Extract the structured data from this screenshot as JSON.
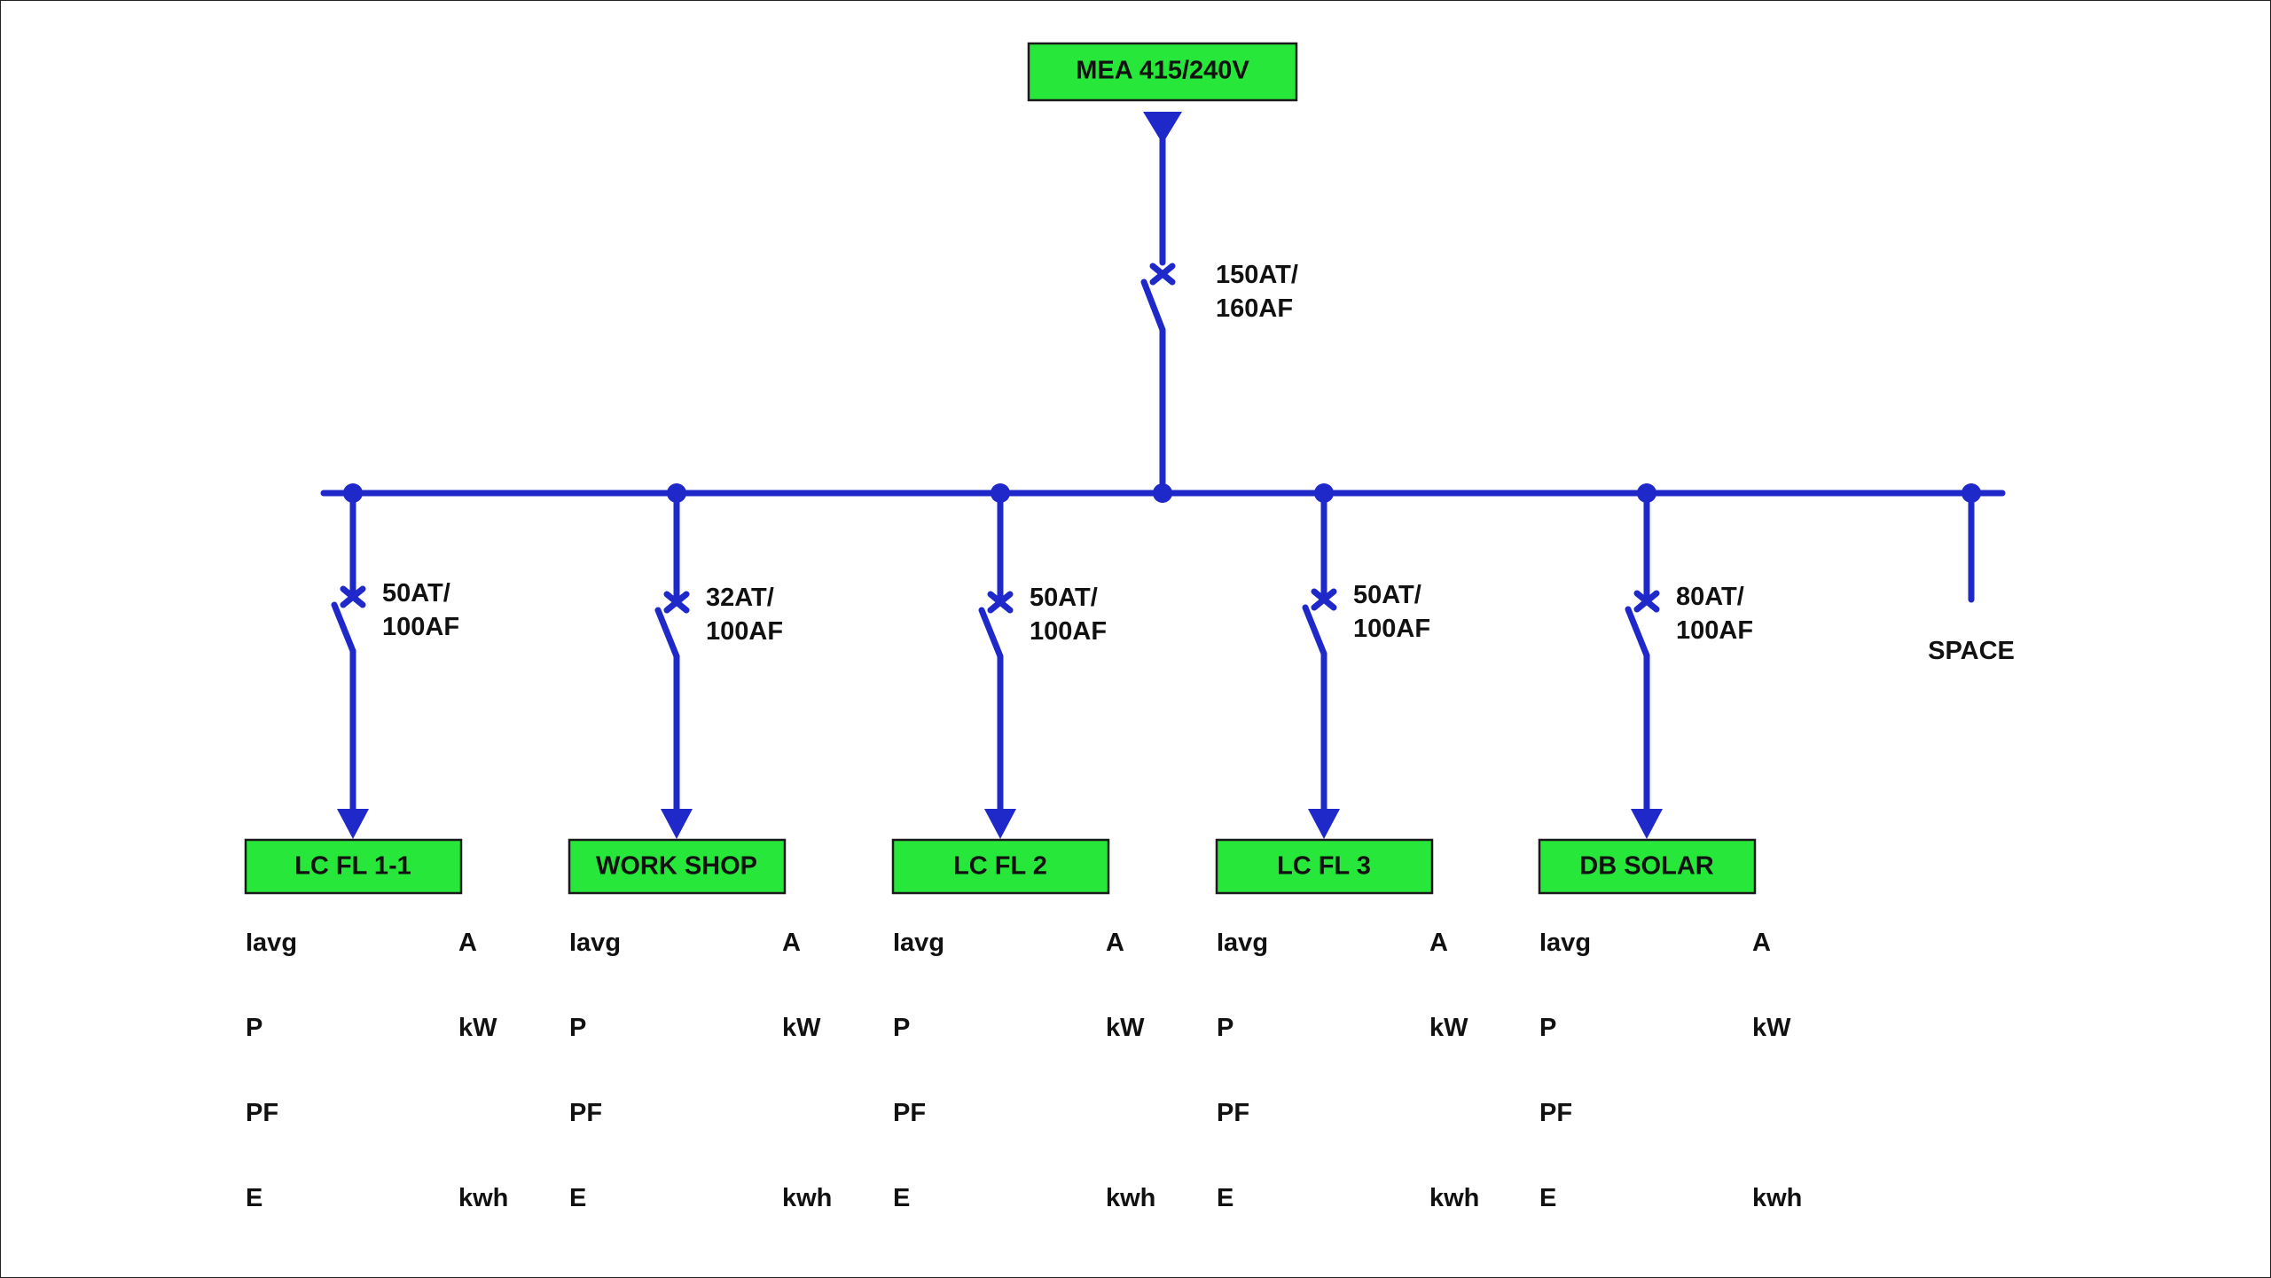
{
  "colors": {
    "wire": "#1f28c8",
    "box_fill": "#27e83a",
    "box_border": "#1a1a1a",
    "text": "#111111",
    "background": "#ffffff"
  },
  "source": {
    "label": "MEA 415/240V",
    "breaker": {
      "line1": "150AT/",
      "line2": "160AF"
    }
  },
  "feeders": [
    {
      "name": "LC FL 1-1",
      "breaker": {
        "line1": "50AT/",
        "line2": "100AF"
      }
    },
    {
      "name": "WORK SHOP",
      "breaker": {
        "line1": "32AT/",
        "line2": "100AF"
      }
    },
    {
      "name": "LC FL 2",
      "breaker": {
        "line1": "50AT/",
        "line2": "100AF"
      }
    },
    {
      "name": "LC FL 3",
      "breaker": {
        "line1": "50AT/",
        "line2": "100AF"
      }
    },
    {
      "name": "DB SOLAR",
      "breaker": {
        "line1": "80AT/",
        "line2": "100AF"
      }
    }
  ],
  "spare": {
    "label": "SPACE"
  },
  "measurements": [
    {
      "param": "Iavg",
      "unit": "A"
    },
    {
      "param": "P",
      "unit": "kW"
    },
    {
      "param": "PF",
      "unit": ""
    },
    {
      "param": "E",
      "unit": "kwh"
    }
  ]
}
